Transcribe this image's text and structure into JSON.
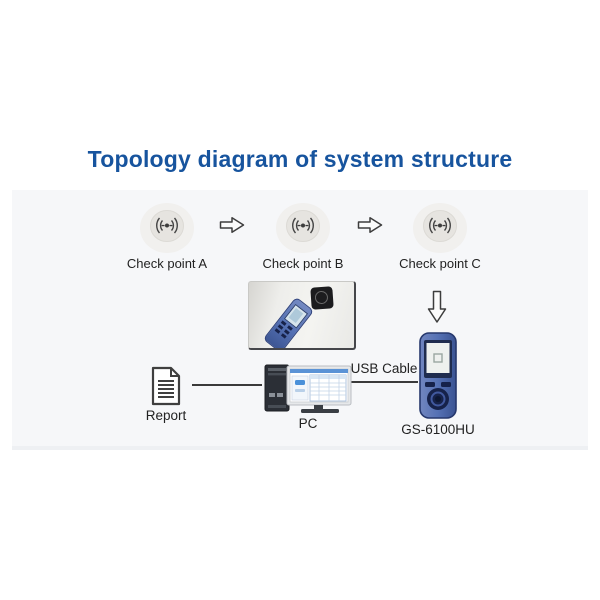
{
  "title": "Topology diagram of system structure",
  "checkpoints": [
    {
      "label": "Check point A"
    },
    {
      "label": "Check point B"
    },
    {
      "label": "Check point C"
    }
  ],
  "bottom_flow": {
    "report_label": "Report",
    "pc_label": "PC",
    "usb_cable_label": "USB Cable",
    "device_label": "GS-6100HU"
  },
  "colors": {
    "title_blue": "#17549e",
    "panel_bg": "#f6f7f9",
    "label_text": "#222222",
    "connector": "#3a3a3a",
    "device_body_blue": "#5571b4",
    "device_screen_dark": "#1f2c4e"
  },
  "icons": {
    "checkpoint": "rfid-tag-icon",
    "flow_right": "arrow-right-icon",
    "flow_down": "arrow-down-icon",
    "report": "document-icon",
    "pc": "desktop-computer-icon",
    "handheld": "handheld-reader-icon",
    "photo": "scanning-photo"
  }
}
